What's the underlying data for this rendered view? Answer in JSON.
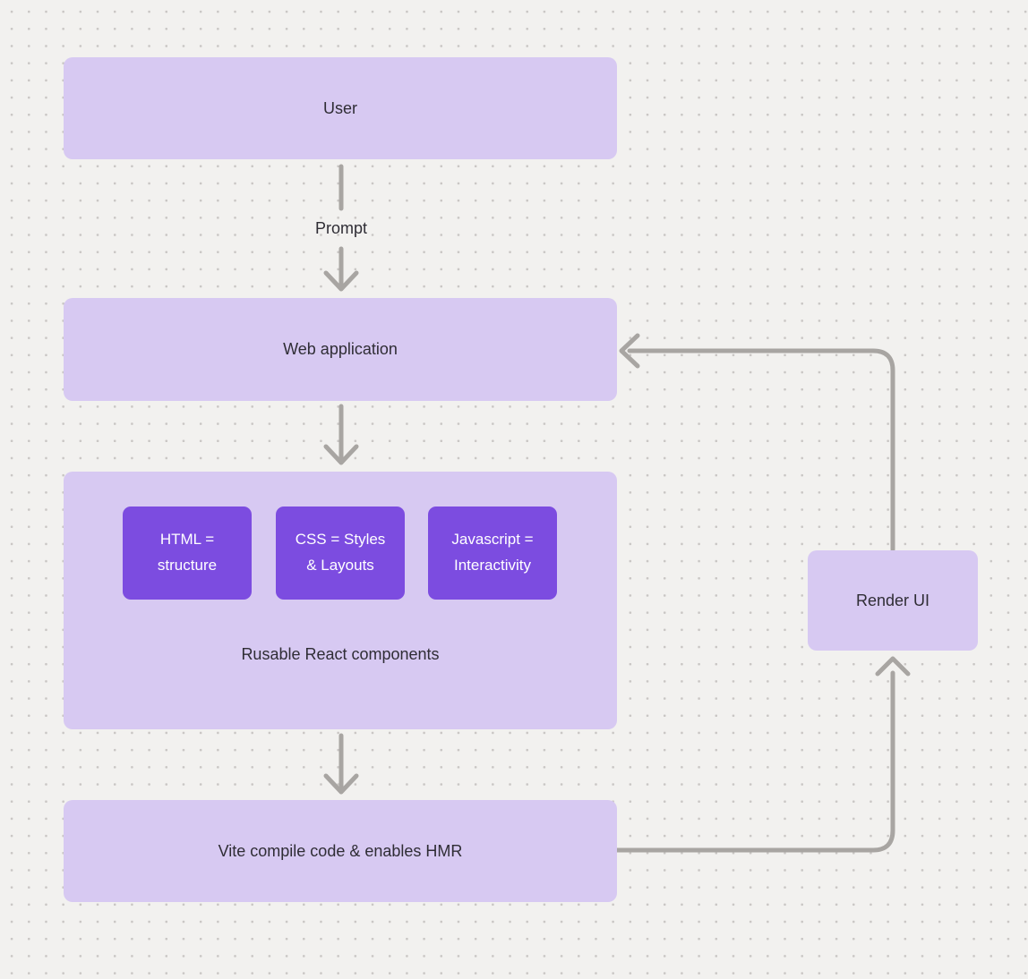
{
  "colors": {
    "background": "#f2f1ef",
    "dot": "#c9c6c4",
    "node_fill_light": "#d7c9f2",
    "node_fill_dark": "#7c4ce0",
    "connector": "#a8a5a2",
    "text_dark": "#2f2d35",
    "text_light": "#ffffff"
  },
  "nodes": {
    "user": {
      "label": "User"
    },
    "web_application": {
      "label": "Web application"
    },
    "components": {
      "caption": "Rusable React components",
      "children": [
        {
          "id": "html",
          "label": "HTML = structure",
          "lines": [
            "HTML =",
            "structure"
          ]
        },
        {
          "id": "css",
          "label": "CSS = Styles & Layouts",
          "lines": [
            "CSS = Styles",
            "& Layouts"
          ]
        },
        {
          "id": "javascript",
          "label": "Javascript = Interactivity",
          "lines": [
            "Javascript =",
            "Interactivity"
          ]
        }
      ]
    },
    "vite": {
      "label": "Vite compile code & enables HMR"
    },
    "render_ui": {
      "label": "Render UI"
    }
  },
  "edges": {
    "user_to_webapp": {
      "label": "Prompt"
    }
  }
}
